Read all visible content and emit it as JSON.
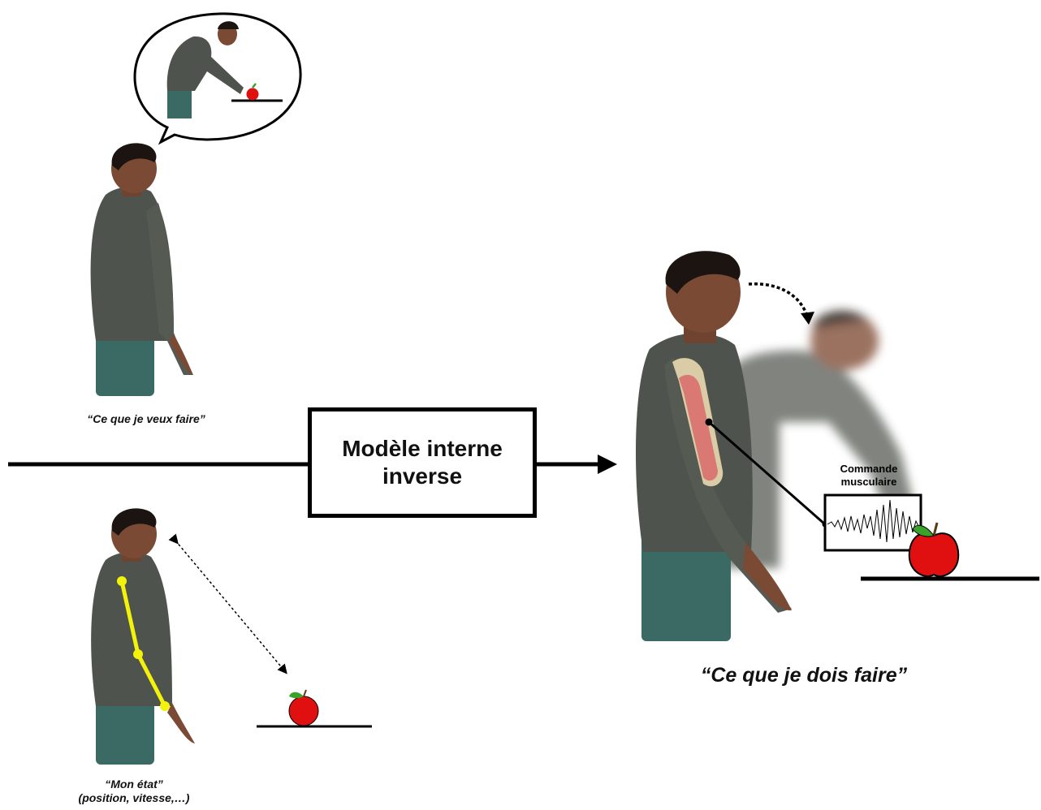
{
  "captions": {
    "want": "“Ce que je veux faire”",
    "state_line1": "“Mon état”",
    "state_line2": "(position, vitesse,…)",
    "must": "“Ce que je dois faire”"
  },
  "model_box": {
    "line1": "Modèle interne",
    "line2": "inverse"
  },
  "emg": {
    "line1": "Commande",
    "line2": "musculaire"
  },
  "colors": {
    "shirt": "#4f534d",
    "pants": "#3a6a63",
    "skin": "#7a4a35",
    "hair": "#1b1410",
    "apple": "#e01010",
    "leaf": "#3aa22a",
    "skeleton": "#f2f20a",
    "muscle": "#d96a6a"
  }
}
